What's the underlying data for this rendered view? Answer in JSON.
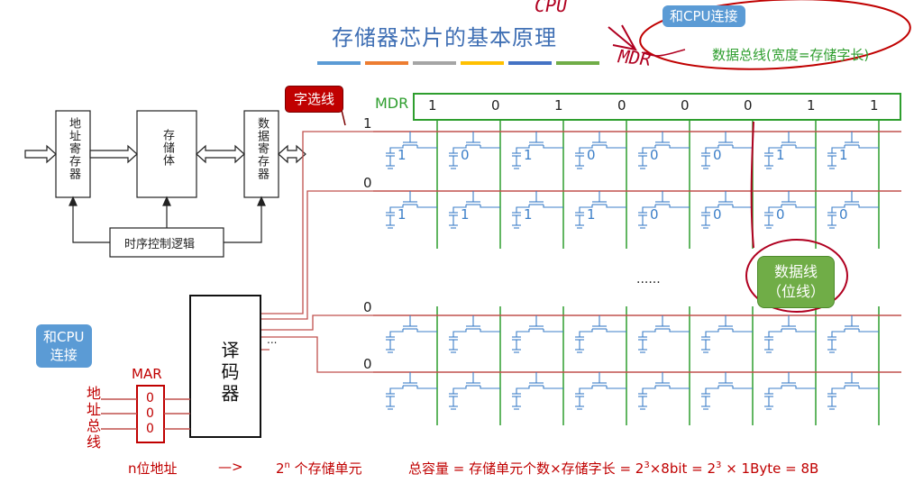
{
  "title": "存储器芯片的基本原理",
  "title_underline_colors": [
    "#5b9bd5",
    "#ed7d31",
    "#a5a5a5",
    "#ffc000",
    "#4472c4",
    "#70ad47"
  ],
  "callouts": {
    "cpu_connect_top": "和CPU连接",
    "cpu_connect_left": "和CPU\n连接",
    "word_select": "字选线",
    "data_line": "数据线\n（位线）"
  },
  "labels": {
    "data_bus": "数据总线(宽度=存储字长)",
    "mdr": "MDR",
    "mar": "MAR",
    "address_bus": "地址总线",
    "decoder": "译码器",
    "ellipsis_rows": "......",
    "ellipsis_decoder": "...",
    "handwriting_cpu": "CPU",
    "handwriting_mdr": "MDR"
  },
  "block_diagram": {
    "addr_reg": "地址寄存器",
    "storage": "存储体",
    "data_reg": "数据寄存器",
    "timing": "时序控制逻辑"
  },
  "mdr_bits": [
    "1",
    "0",
    "1",
    "0",
    "0",
    "0",
    "1",
    "1"
  ],
  "mar_bits": [
    "0",
    "0",
    "0"
  ],
  "rows": [
    {
      "word_line": "1",
      "cells": [
        "1",
        "0",
        "1",
        "0",
        "0",
        "0",
        "1",
        "1"
      ]
    },
    {
      "word_line": "0",
      "cells": [
        "1",
        "1",
        "1",
        "1",
        "0",
        "0",
        "0",
        "0"
      ]
    },
    {
      "word_line": "0",
      "cells": [
        "",
        "",
        "",
        "",
        "",
        "",
        "",
        ""
      ]
    },
    {
      "word_line": "0",
      "cells": [
        "",
        "",
        "",
        "",
        "",
        "",
        "",
        ""
      ]
    }
  ],
  "bottom_line": {
    "n_addr": "n位地址",
    "arrow": "—>",
    "units_base": "2",
    "units_exp": "n",
    "units_rest": " 个存储单元",
    "capacity_prefix": "总容量 = 存储单元个数×存储字长 = 2",
    "exp3a": "3",
    "capacity_mid": "×8bit = 2",
    "exp3b": "3",
    "capacity_suffix": " × 1Byte = 8B"
  },
  "colors": {
    "word_line": "#c0504d",
    "bit_line": "#2e9e2e",
    "cell": "#3c7fc8",
    "accent_red": "#c00000",
    "accent_green": "#2e9e2e"
  }
}
